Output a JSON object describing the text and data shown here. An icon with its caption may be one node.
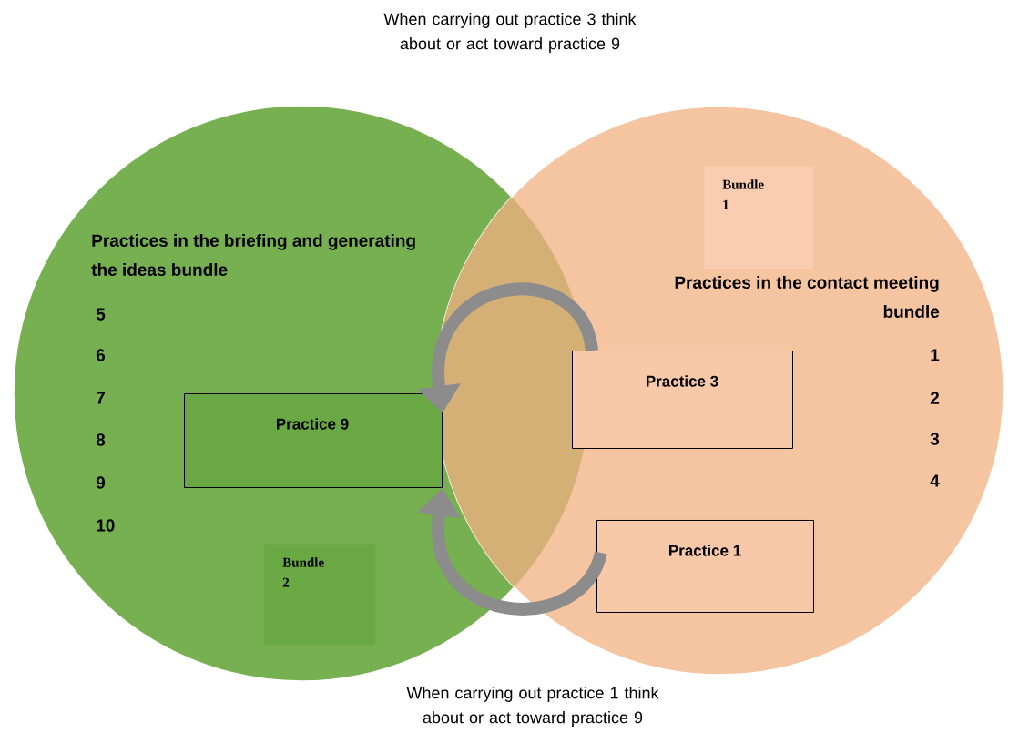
{
  "diagram": {
    "nodes": [
      {
        "text": [
          "Practices in the briefing and generating the ideas bundle",
          "5",
          "6",
          "7",
          "8",
          "9",
          "10"
        ]
      },
      {
        "text": [
          "Practice 9"
        ],
        "in": 0
      },
      {
        "text": [
          "Bundle 2"
        ],
        "in": 0
      },
      {
        "text": [
          "Practices in the contact meeting bundle",
          "1",
          "2",
          "3",
          "4"
        ]
      },
      {
        "text": [
          "Bundle 1"
        ],
        "in": 3
      },
      {
        "text": [
          "Practice 3"
        ],
        "in": 3
      },
      {
        "text": [
          "Practice 1"
        ],
        "in": 3
      }
    ],
    "edges": [
      {
        "from": 5,
        "to": 1,
        "arrow": "to"
      },
      {
        "from": 6,
        "to": 1,
        "arrow": "to"
      }
    ],
    "labels": [
      "When carrying out practice 3 think about or act toward practice 9",
      "When carrying out practice 1 think about or act toward practice 9"
    ]
  }
}
